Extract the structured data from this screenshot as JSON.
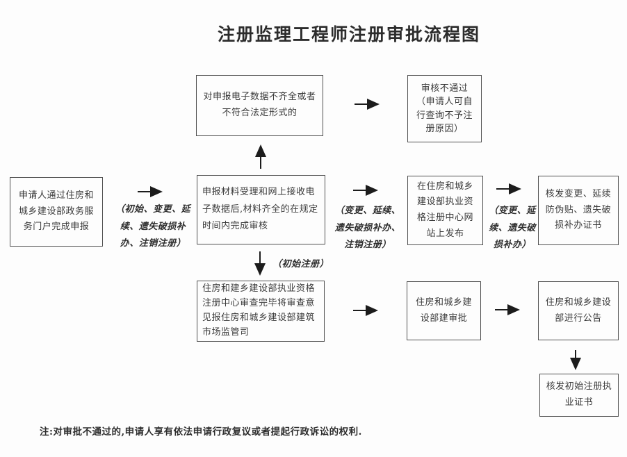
{
  "title": "注册监理工程师注册审批流程图",
  "boxes": {
    "incomplete_data": "对申报电子数据不齐全或者不符合法定形式的",
    "review_fail": "审核不通过（申请人可自行查询不予注册原因）",
    "applicant": "申请人通过住房和城乡建设部政务服务门户完成申报",
    "accept_review": "申报材料受理和网上接收电子数据后,材料齐全的在规定时间内完成审核",
    "publish_site": "在住房和城乡建设部执业资格注册中心网站上发布",
    "issue_change_cert": "核发变更、延续防伪贴、遗失破损补办证书",
    "center_review": "住房和建乡建设部执业资格注册中心审查完毕将审查意见报住房和城乡建设部建筑市场监管司",
    "ministry_approve": "住房和城乡建设部建审批",
    "ministry_announce": "住房和城乡建设部进行公告",
    "issue_initial_cert": "核发初始注册执业证书"
  },
  "arrow_labels": {
    "apply_types": "（初始、变更、延续、遗失破损补办、注销注册）",
    "publish_types": "（变更、延续、遗失破损补办、注销注册）",
    "issue_types": "（变更、延续、遗失破损补办）",
    "initial_reg": "（初始注册）"
  },
  "note": "注:对审批不通过的,申请人享有依法申请行政复议或者提起行政诉讼的权利.",
  "colors": {
    "background": "#fdfdfd",
    "text": "#3a3a3a",
    "box_border": "#4f4f4f",
    "arrow": "#1c1c1c"
  }
}
